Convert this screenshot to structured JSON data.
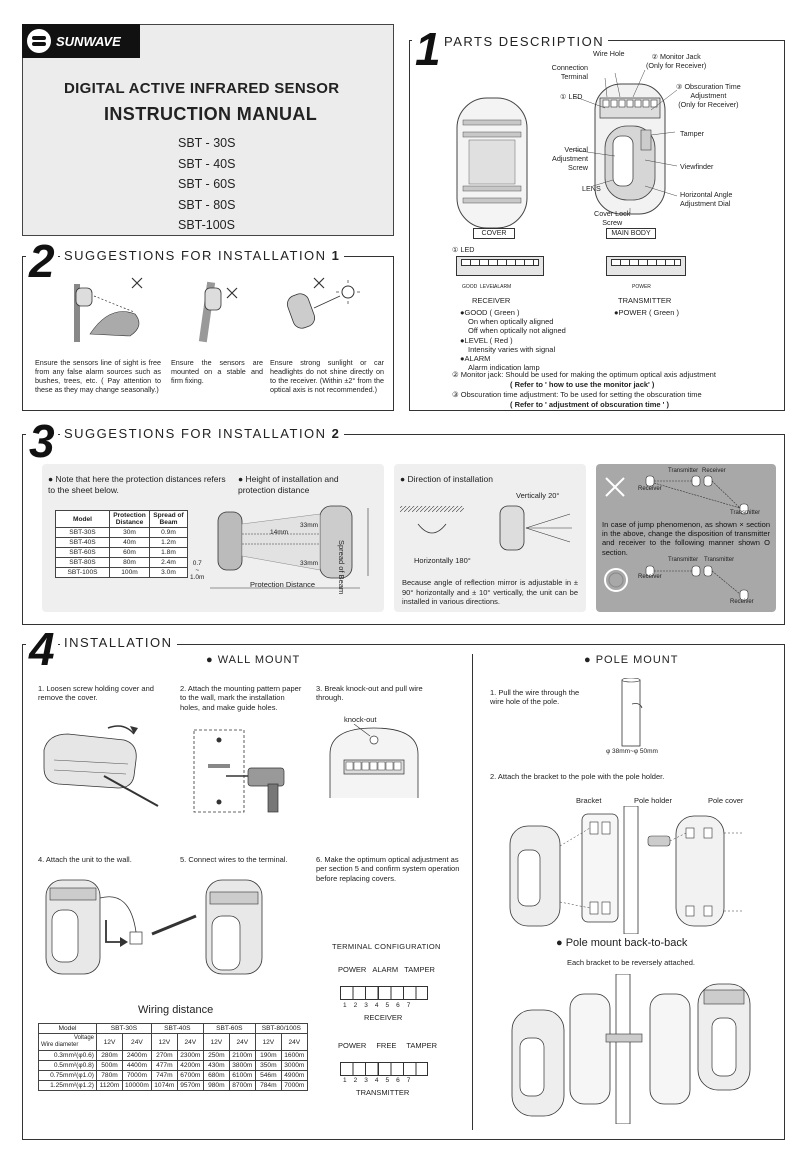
{
  "brand": "SUNWAVE",
  "title1": "DIGITAL ACTIVE INFRARED SENSOR",
  "title2": "INSTRUCTION MANUAL",
  "models": [
    "SBT - 30S",
    "SBT - 40S",
    "SBT - 60S",
    "SBT - 80S",
    "SBT-100S"
  ],
  "s1": {
    "num": "1",
    "head": "PARTS DESCRIPTION",
    "labels": {
      "wire_hole": "Wire Hole",
      "monitor_jack": "② Monitor Jack\n(Only for Receiver)",
      "connection": "Connection\nTerminal",
      "led": "① LED",
      "obs": "③ Obscuration Time\nAdjustment\n(Only for Receiver)",
      "tamper": "Tamper",
      "vertical": "Vertical\nAdjustment\nScrew",
      "viewfinder": "Viewfinder",
      "lens": "LENS",
      "horizontal": "Horizontal Angle\nAdjustment Dial",
      "cover_lock": "Cover Lock\nScrew",
      "cover": "COVER",
      "main_body": "MAIN BODY",
      "led2": "① LED",
      "good": "GOOD",
      "level": "LEVEL",
      "alarm": "ALARM",
      "power": "POWER",
      "receiver": "RECEIVER",
      "transmitter": "TRANSMITTER"
    },
    "desc": [
      "●GOOD ( Green )",
      "On when optically aligned",
      "Off when optically not aligned",
      "●LEVEL ( Red )",
      "Intensity varies with signal",
      "●ALARM",
      "Alarm indication lamp"
    ],
    "power_desc": "●POWER ( Green )",
    "jack": "② Monitor jack: Should be used for making the optimum optical axis adjustment",
    "jack_ref": "( Refer to ' how to use the monitor jack' )",
    "obs_desc": "③ Obscuration time adjustment: To be used for setting the obscuration time",
    "obs_ref": "( Refer to ' adjustment of obscuration time ' )"
  },
  "s2": {
    "num": "2",
    "head": "SUGGESTIONS FOR INSTALLATION ",
    "head_bold": "1",
    "items": [
      "Ensure the sensors line of sight is free from any false alarm sources such as bushes, trees, etc. ( Pay attention to these as they may change seasonally.)",
      "Ensure the sensors are mounted on a stable and firm fixing.",
      "Ensure strong sunlight or car headlights do not shine directly on to the receiver. (Within ±2° from the optical axis is not recommended.)"
    ]
  },
  "s3": {
    "num": "3",
    "head": "SUGGESTIONS FOR INSTALLATION ",
    "head_bold": "2",
    "note": "● Note that here the protection distances refers to the sheet below.",
    "table_head": [
      "Model",
      "Protection Distance",
      "Spread of Beam"
    ],
    "table_rows": [
      [
        "SBT-30S",
        "30m",
        "0.9m"
      ],
      [
        "SBT-40S",
        "40m",
        "1.2m"
      ],
      [
        "SBT-60S",
        "60m",
        "1.8m"
      ],
      [
        "SBT-80S",
        "80m",
        "2.4m"
      ],
      [
        "SBT-100S",
        "100m",
        "3.0m"
      ]
    ],
    "height": "● Height of installation and protection distance",
    "h_labels": {
      "m14": "14mm",
      "m33a": "33mm",
      "m33b": "33mm",
      "h1": "0.7",
      "h2": "~",
      "h3": "1.0m",
      "pd": "Protection Distance",
      "sb": "Spread of Beam"
    },
    "direction": "● Direction of installation",
    "vert": "Vertically 20°",
    "horiz": "Horizontally 180°",
    "dir_text": "Because angle of reflection mirror is adjustable in ± 90° horizontally and ± 10° vertically, the unit can be installed in various directions.",
    "jump_labels": {
      "tr": "Transmitter",
      "rc": "Receiver",
      "rc2": "Receiver",
      "tx": "Transmitter",
      "tr2": "Transmitter",
      "tx2": "Transmitter",
      "rc3": "Receiver",
      "rc4": "Receiver"
    },
    "jump_text": "In case of jump phenomenon, as shown × section in the above, change the disposition of transmitter and receiver to the following manner shown O section."
  },
  "s4": {
    "num": "4",
    "head": "INSTALLATION",
    "wall": "● WALL   MOUNT",
    "pole": "● POLE MOUNT",
    "steps": [
      "1. Loosen screw holding cover and remove the cover.",
      "2. Attach the mounting pattern paper to the wall, mark the installation holes, and make guide holes.",
      "3. Break knock-out and pull wire through.",
      "4. Attach the unit to the wall.",
      "5. Connect wires to the terminal.",
      "6. Make the optimum optical adjustment as per section 5 and confirm system operation before replacing covers."
    ],
    "knockout": "knock-out",
    "pole1": "1. Pull the wire through the wire hole of the pole.",
    "pole_dia": "φ 38mm~φ 50mm",
    "pole2": "2. Attach the bracket to the pole with the pole holder.",
    "bracket": "Bracket",
    "holder": "Pole holder",
    "pcover": "Pole cover",
    "b2b": "● Pole mount back-to-back",
    "b2b_text": "Each bracket to be reversely attached.",
    "term_title": "TERMINAL CONFIGURATION",
    "rx_term": [
      "POWER",
      "ALARM",
      "TAMPER"
    ],
    "rx_name": "RECEIVER",
    "tx_term": [
      "POWER",
      "FREE",
      "TAMPER"
    ],
    "tx_name": "TRANSMITTER",
    "term_nums": [
      "1",
      "2",
      "3",
      "4",
      "5",
      "6",
      "7"
    ],
    "wiring_title": "Wiring distance",
    "wiring_models": [
      "Model",
      "SBT-30S",
      "SBT-40S",
      "SBT-60S",
      "SBT-80/100S"
    ],
    "wiring_voltage": "Voltage",
    "wiring_diameter": "Wire diameter",
    "wiring_v": [
      "12V",
      "24V",
      "12V",
      "24V",
      "12V",
      "24V",
      "12V",
      "24V"
    ],
    "wiring_rows": [
      [
        "0.3mm²(φ0.6)",
        "280m",
        "2400m",
        "270m",
        "2300m",
        "250m",
        "2100m",
        "190m",
        "1600m"
      ],
      [
        "0.5mm²(φ0.8)",
        "500m",
        "4400m",
        "477m",
        "4200m",
        "430m",
        "3800m",
        "350m",
        "3000m"
      ],
      [
        "0.75mm²(φ1.0)",
        "780m",
        "7000m",
        "747m",
        "6700m",
        "680m",
        "6100m",
        "546m",
        "4900m"
      ],
      [
        "1.25mm²(φ1.2)",
        "1120m",
        "10000m",
        "1074m",
        "9570m",
        "980m",
        "8700m",
        "784m",
        "7000m"
      ]
    ]
  },
  "colors": {
    "panel_gray": "#efefef",
    "jump_gray": "#a8a8a8"
  }
}
